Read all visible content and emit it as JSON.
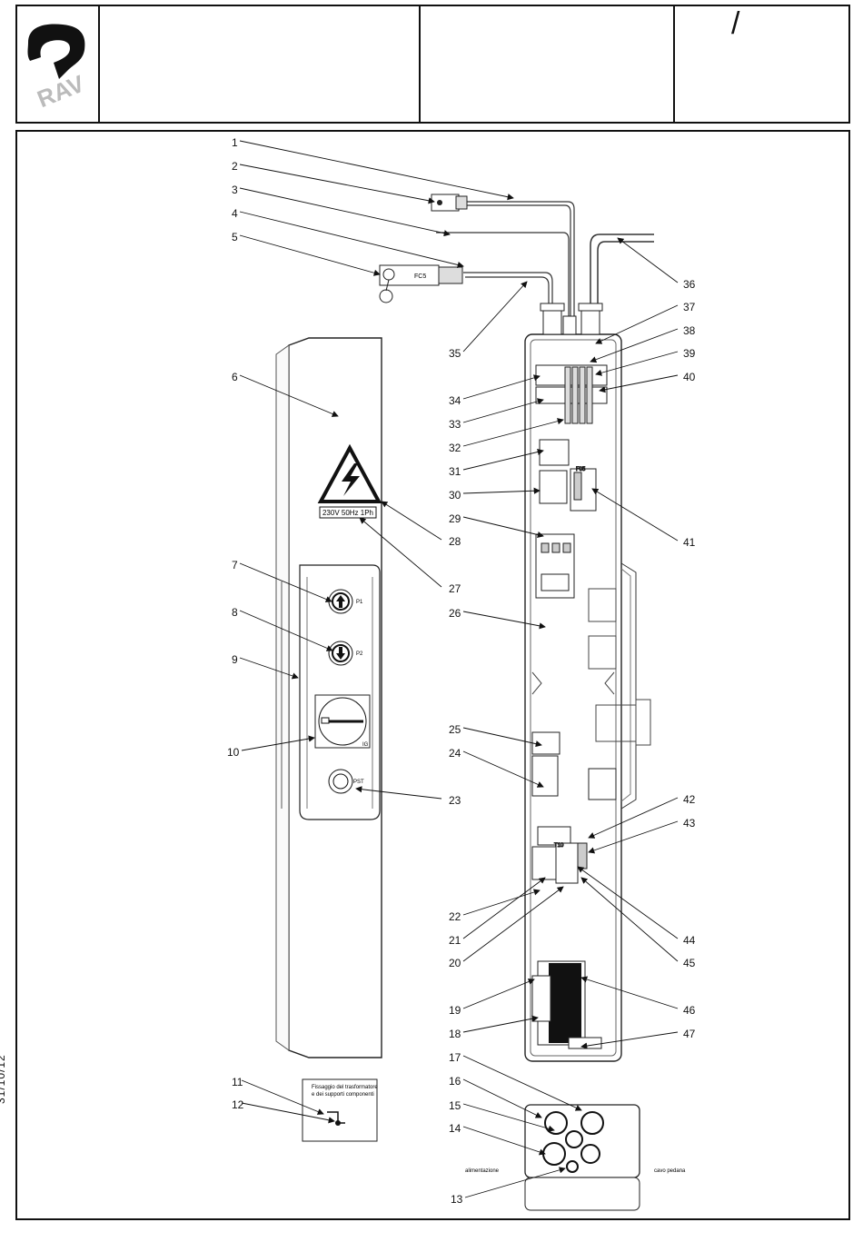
{
  "title_block": {
    "logo_text": "RAV",
    "sheet_mark": "/"
  },
  "date_stamp": "31/10/12",
  "diagram": {
    "callouts": [
      "1",
      "2",
      "3",
      "4",
      "5",
      "6",
      "7",
      "8",
      "9",
      "10",
      "11",
      "12",
      "13",
      "14",
      "15",
      "16",
      "17",
      "18",
      "19",
      "20",
      "21",
      "22",
      "23",
      "24",
      "25",
      "26",
      "27",
      "28",
      "29",
      "30",
      "31",
      "32",
      "33",
      "34",
      "35",
      "36",
      "37",
      "38",
      "39",
      "40",
      "41",
      "42",
      "43",
      "44",
      "45",
      "46",
      "47"
    ],
    "voltage_label": "230V 50Hz 1Ph",
    "button_up_label": "P1",
    "button_down_label": "P2",
    "selector_label": "IG",
    "button_stop_label": "PST",
    "limit_switch_label": "FC5",
    "fuse_label_top": "F05",
    "fuse_label_bottom": "T10",
    "detail_note_line1": "Fissaggio del trasformatore",
    "detail_note_line2": "e dei supporti componenti",
    "bottom_label_left": "alimentazione",
    "bottom_label_right": "cavo pedana"
  }
}
